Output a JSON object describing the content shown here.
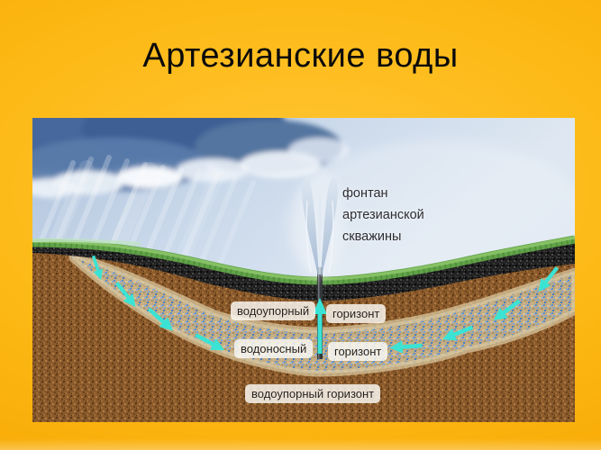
{
  "slide": {
    "title": "Артезианские воды"
  },
  "diagram": {
    "fountain_label": {
      "line1": "фонтан",
      "line2": "артезианской",
      "line3": "скважины"
    },
    "layer_labels": {
      "upper_aquiclude_left": "водоупорный",
      "upper_aquiclude_right": "горизонт",
      "aquifer_left": "водоносный",
      "aquifer_right": "горизонт",
      "lower_aquiclude": "водоупорный горизонт"
    },
    "colors": {
      "slide_background": "#F8AC07",
      "title_text": "#0A0A0A",
      "sky_blue": "#CBDAEA",
      "cloud_dark_blue": "#46689C",
      "grass_green": "#61A349",
      "topsoil_black": "#1E1E1E",
      "soil_brown": "#8A5A2C",
      "aquifer_sand": "#C2AB82",
      "aquifer_water_blue": "#5D8FCE",
      "flow_arrow_cyan": "#3BE3D4",
      "label_background": "#FCFBF6"
    }
  }
}
